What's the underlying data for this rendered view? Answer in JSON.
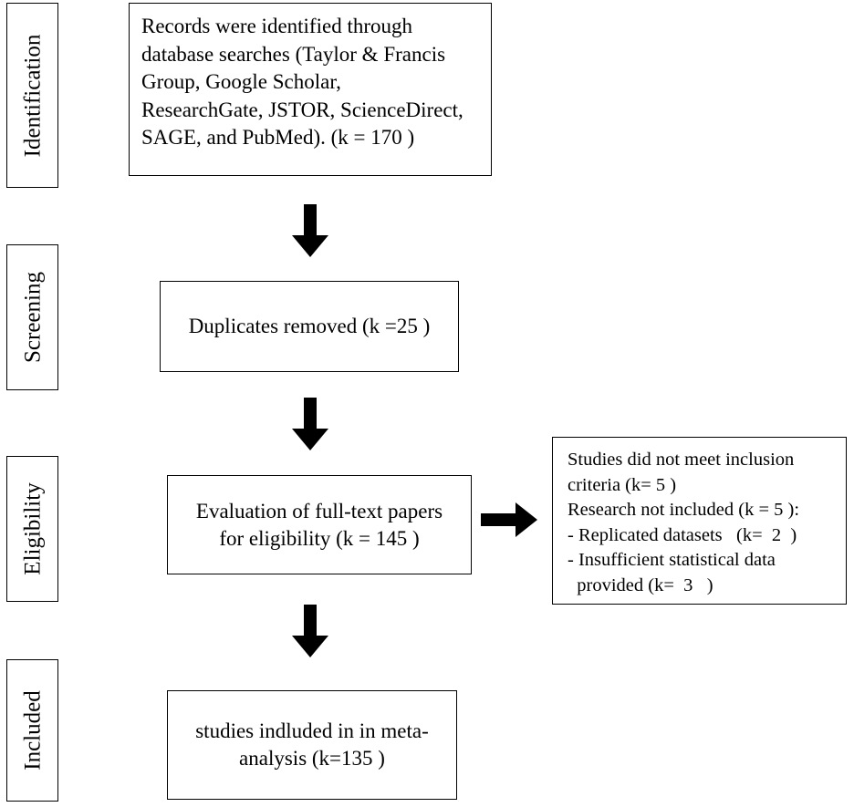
{
  "stages": {
    "identification": "Identification",
    "screening": "Screening",
    "eligibility": "Eligibility",
    "included": "Included"
  },
  "boxes": {
    "records": {
      "lines": [
        "Records were identified through",
        "database searches (Taylor & Francis",
        "Group, Google Scholar,",
        "ResearchGate, JSTOR, ScienceDirect,",
        "SAGE, and PubMed). (k = 170 )"
      ]
    },
    "duplicates": {
      "lines": [
        "Duplicates removed (k =25 )"
      ]
    },
    "evaluation": {
      "lines": [
        "Evaluation of full-text papers",
        "for eligibility (k = 145 )"
      ]
    },
    "included": {
      "lines": [
        "studies indluded in in meta-",
        "analysis (k=135 )"
      ]
    },
    "excluded": {
      "lines": [
        "Studies did not meet inclusion",
        "criteria (k= 5 )",
        "Research not included (k = 5 ):",
        "- Replicated datasets   (k=  2  )",
        "- Insufficient statistical data",
        "  provided (k=  3   )"
      ]
    }
  },
  "colors": {
    "line": "#000000",
    "background": "#ffffff"
  }
}
